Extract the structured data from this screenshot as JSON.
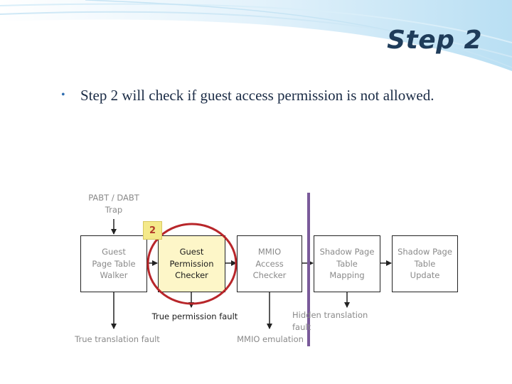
{
  "slide": {
    "title": "Step 2",
    "bullet": "Step 2 will check if guest access permission is not allowed."
  },
  "diagram": {
    "trap_label": "PABT / DABT\nTrap",
    "step_badge": "2",
    "boxes": {
      "walker": "Guest\nPage Table\nWalker",
      "permission": "Guest\nPermission\nChecker",
      "mmio": "MMIO\nAccess\nChecker",
      "shadow_mapping": "Shadow Page\nTable\nMapping",
      "shadow_update": "Shadow Page\nTable\nUpdate"
    },
    "outputs": {
      "true_translation": "True translation fault",
      "true_permission": "True permission fault",
      "mmio_emulation": "MMIO emulation",
      "hidden_translation": "Hidden translation\nfault"
    }
  },
  "colors": {
    "title": "#1f3c5a",
    "highlight_fill": "#fdf6c8",
    "highlight_ring": "#b8262a",
    "divider": "#7a5a9a"
  }
}
